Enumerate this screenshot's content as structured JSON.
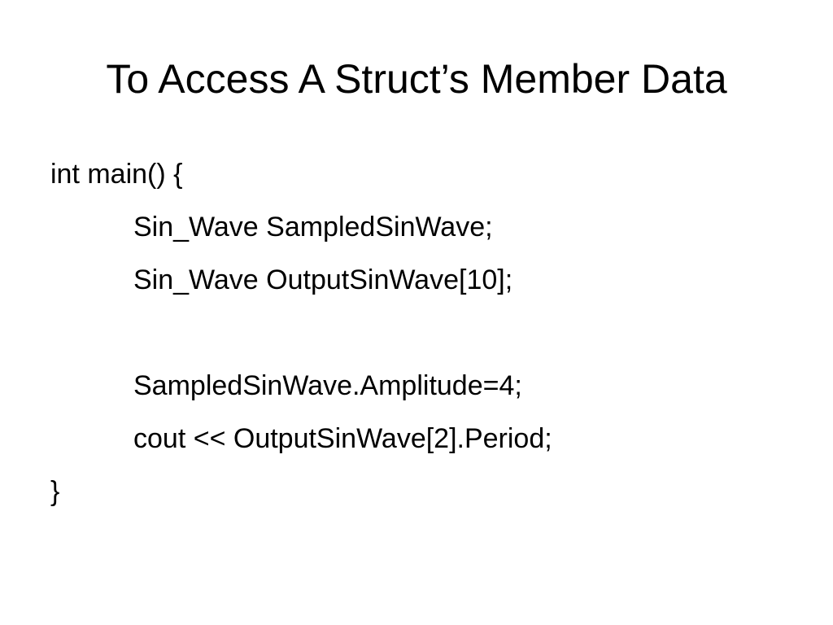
{
  "slide": {
    "title": "To Access A Struct’s Member Data",
    "code_lines": [
      {
        "text": "int main() {",
        "indent": false
      },
      {
        "text": "Sin_Wave SampledSinWave;",
        "indent": true
      },
      {
        "text": "Sin_Wave OutputSinWave[10];",
        "indent": true
      },
      {
        "text": "",
        "indent": true
      },
      {
        "text": "SampledSinWave.Amplitude=4;",
        "indent": true
      },
      {
        "text": "cout << OutputSinWave[2].Period;",
        "indent": true
      },
      {
        "text": "}",
        "indent": false
      }
    ]
  }
}
